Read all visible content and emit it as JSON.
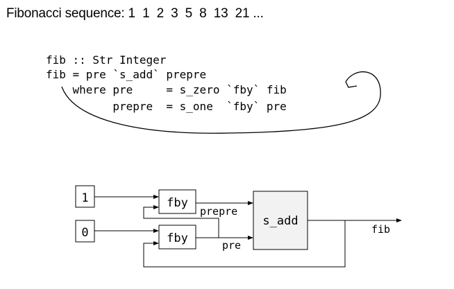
{
  "title": "Fibonacci sequence: 1  1  2  3  5  8  13  21 ...",
  "code": {
    "line1": "fib :: Str Integer",
    "line2": "fib = pre `s_add` prepre",
    "line3": "    where pre     = s_zero `fby` fib",
    "line4": "          prepre  = s_one  `fby` pre"
  },
  "diagram": {
    "const_one": "1",
    "const_zero": "0",
    "fby_top": "fby",
    "fby_bottom": "fby",
    "s_add": "s_add",
    "wire_prepre": "prepre",
    "wire_pre": "pre",
    "wire_fib": "fib"
  },
  "colors": {
    "line": "#000000",
    "box_fill": "#ffffff",
    "s_add_fill": "#f2f2f2"
  }
}
